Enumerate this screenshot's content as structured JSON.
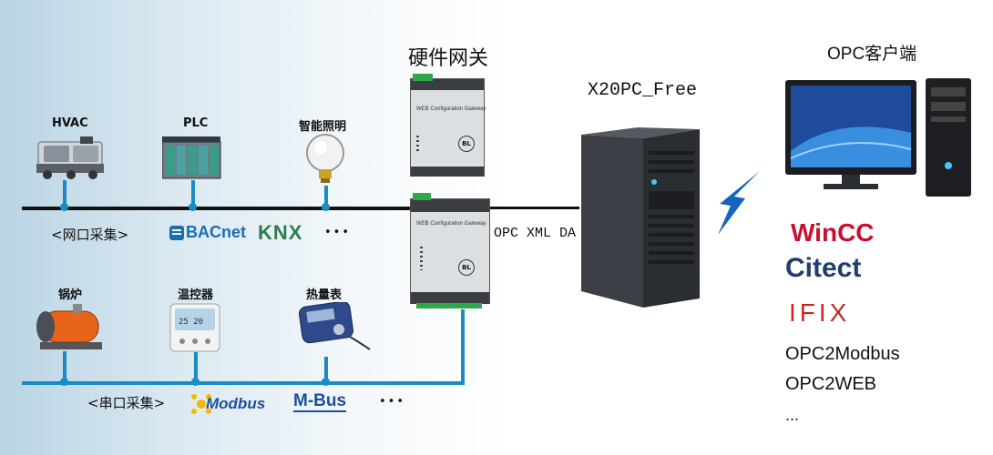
{
  "labels": {
    "hvac": "HVAC",
    "plc": "PLC",
    "lighting": "智能照明",
    "boiler": "锅炉",
    "thermostat": "温控器",
    "heat_meter": "热量表",
    "ethernet_collect": "<网口采集>",
    "serial_collect": "<串口采集>",
    "dots_top": "•••",
    "dots_bottom": "•••",
    "hardware_gateway": "硬件网关",
    "server_name": "X20PC_Free",
    "opc_link": "OPC XML DA",
    "opc_client": "OPC客户端"
  },
  "protocols": {
    "bacnet": "BACnet",
    "knx": "KNX",
    "modbus": "Modbus",
    "mbus": "M-Bus"
  },
  "gateway": {
    "panel_text": "WEB Configuration Gateway",
    "logo": "BL"
  },
  "clients": {
    "wincc": "WinCC",
    "citect": "Citect",
    "ifix": "IFIX",
    "opc2modbus": "OPC2Modbus",
    "opc2web": "OPC2WEB",
    "more": "..."
  },
  "colors": {
    "bus_blue": "#1a8cc4",
    "bus_black": "#111111",
    "wincc_red": "#c8102e",
    "citect_navy": "#1f3e6e",
    "ifix_red": "#c62828",
    "lightning": "#1565c0"
  }
}
